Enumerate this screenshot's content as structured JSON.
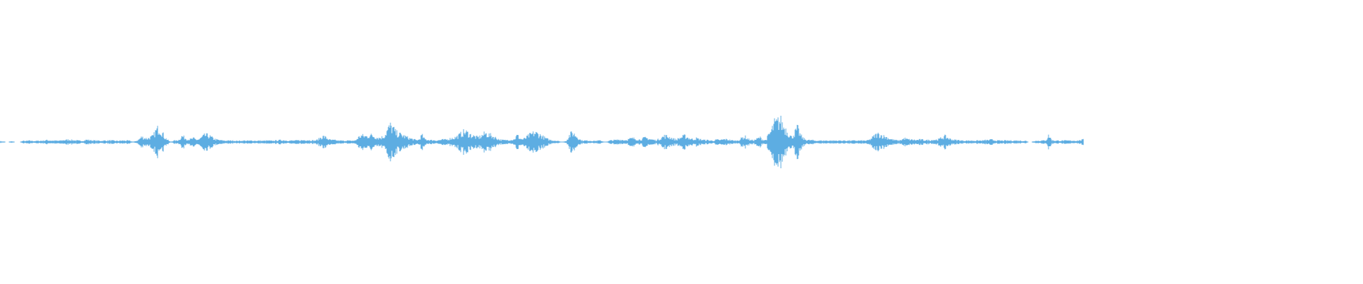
{
  "waveform": {
    "color": "#5dade2",
    "background": "#ffffff",
    "end_fraction": 0.795,
    "amplitude_profile": [
      0.04,
      0.02,
      0.0,
      0.0,
      0.03,
      0.0,
      0.0,
      0.0,
      0.05,
      0.04,
      0.06,
      0.05,
      0.04,
      0.05,
      0.05,
      0.06,
      0.08,
      0.07,
      0.06,
      0.06,
      0.05,
      0.06,
      0.08,
      0.09,
      0.1,
      0.08,
      0.07,
      0.06,
      0.05,
      0.06,
      0.1,
      0.08,
      0.07,
      0.06,
      0.06,
      0.05,
      0.06,
      0.06,
      0.07,
      0.06,
      0.05,
      0.05,
      0.06,
      0.06,
      0.06,
      0.05,
      0.0,
      0.04,
      0.1,
      0.22,
      0.18,
      0.15,
      0.2,
      0.25,
      0.5,
      0.62,
      0.45,
      0.2,
      0.1,
      0.0,
      0.06,
      0.06,
      0.1,
      0.26,
      0.18,
      0.12,
      0.12,
      0.16,
      0.1,
      0.12,
      0.22,
      0.3,
      0.28,
      0.22,
      0.14,
      0.1,
      0.08,
      0.07,
      0.06,
      0.06,
      0.06,
      0.06,
      0.05,
      0.05,
      0.06,
      0.06,
      0.05,
      0.06,
      0.06,
      0.05,
      0.06,
      0.05,
      0.06,
      0.06,
      0.05,
      0.06,
      0.07,
      0.08,
      0.08,
      0.07,
      0.06,
      0.06,
      0.06,
      0.07,
      0.07,
      0.08,
      0.09,
      0.08,
      0.07,
      0.06,
      0.1,
      0.2,
      0.24,
      0.18,
      0.1,
      0.08,
      0.08,
      0.06,
      0.06,
      0.05,
      0.07,
      0.05,
      0.06,
      0.06,
      0.2,
      0.28,
      0.26,
      0.24,
      0.3,
      0.28,
      0.22,
      0.18,
      0.2,
      0.26,
      0.5,
      0.7,
      0.6,
      0.4,
      0.35,
      0.3,
      0.25,
      0.2,
      0.15,
      0.12,
      0.08,
      0.1,
      0.3,
      0.12,
      0.1,
      0.08,
      0.08,
      0.07,
      0.08,
      0.1,
      0.1,
      0.12,
      0.16,
      0.18,
      0.22,
      0.3,
      0.4,
      0.45,
      0.38,
      0.3,
      0.25,
      0.2,
      0.22,
      0.3,
      0.38,
      0.32,
      0.28,
      0.22,
      0.16,
      0.1,
      0.08,
      0.08,
      0.1,
      0.1,
      0.12,
      0.3,
      0.15,
      0.12,
      0.18,
      0.28,
      0.34,
      0.4,
      0.36,
      0.3,
      0.22,
      0.15,
      0.1,
      0.08,
      0.06,
      0.06,
      0.0,
      0.0,
      0.06,
      0.28,
      0.4,
      0.32,
      0.2,
      0.08,
      0.06,
      0.06,
      0.06,
      0.05,
      0.05,
      0.06,
      0.06,
      0.0,
      0.0,
      0.06,
      0.08,
      0.08,
      0.1,
      0.1,
      0.08,
      0.1,
      0.14,
      0.16,
      0.14,
      0.1,
      0.12,
      0.18,
      0.16,
      0.12,
      0.1,
      0.08,
      0.12,
      0.2,
      0.26,
      0.24,
      0.2,
      0.14,
      0.1,
      0.16,
      0.22,
      0.26,
      0.2,
      0.14,
      0.12,
      0.16,
      0.12,
      0.1,
      0.08,
      0.08,
      0.06,
      0.06,
      0.1,
      0.08,
      0.1,
      0.12,
      0.1,
      0.08,
      0.06,
      0.06,
      0.1,
      0.2,
      0.22,
      0.12,
      0.08,
      0.08,
      0.14,
      0.2,
      0.1,
      0.08,
      0.3,
      0.5,
      0.8,
      0.85,
      0.95,
      0.7,
      0.55,
      0.35,
      0.2,
      0.4,
      0.6,
      0.3,
      0.15,
      0.1,
      0.08,
      0.08,
      0.06,
      0.06,
      0.06,
      0.06,
      0.06,
      0.06,
      0.06,
      0.06,
      0.06,
      0.06,
      0.06,
      0.06,
      0.06,
      0.06,
      0.06,
      0.06,
      0.06,
      0.06,
      0.06,
      0.1,
      0.2,
      0.3,
      0.34,
      0.3,
      0.24,
      0.2,
      0.14,
      0.1,
      0.08,
      0.06,
      0.1,
      0.16,
      0.12,
      0.1,
      0.1,
      0.08,
      0.1,
      0.1,
      0.08,
      0.08,
      0.08,
      0.1,
      0.1,
      0.12,
      0.2,
      0.24,
      0.18,
      0.12,
      0.1,
      0.08,
      0.08,
      0.06,
      0.06,
      0.06,
      0.06,
      0.06,
      0.06,
      0.06,
      0.06,
      0.08,
      0.08,
      0.1,
      0.08,
      0.06,
      0.06,
      0.06,
      0.06,
      0.06,
      0.06,
      0.06,
      0.06,
      0.06,
      0.05,
      0.05,
      0.0,
      0.0,
      0.05,
      0.05,
      0.06,
      0.06,
      0.08,
      0.3,
      0.08,
      0.06,
      0.06,
      0.06,
      0.06,
      0.06,
      0.06,
      0.06,
      0.06,
      0.06,
      0.08,
      0.1
    ]
  }
}
